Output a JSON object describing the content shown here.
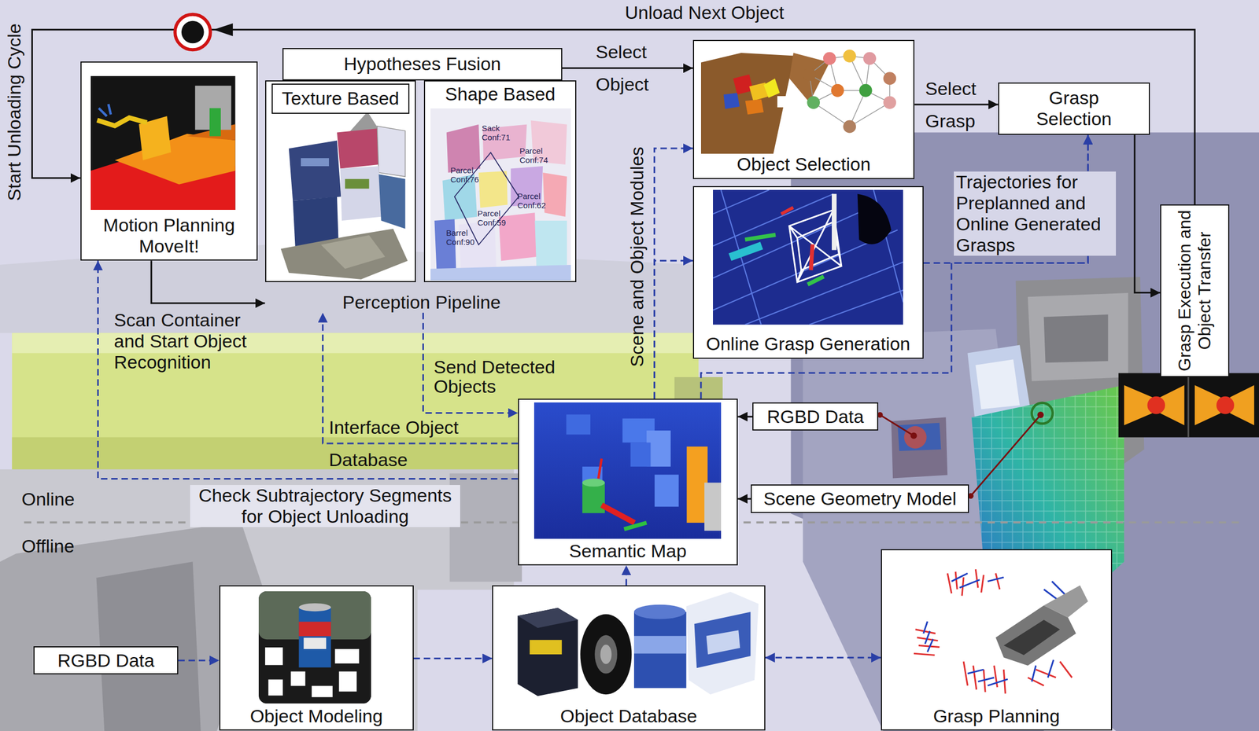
{
  "diagram": {
    "nodes": [
      {
        "text": [
          "Motion Planning MoveIt!"
        ]
      },
      {
        "text": [
          "Hypotheses Fusion"
        ]
      },
      {
        "text": [
          "Perception Pipeline"
        ]
      },
      {
        "text": [
          "Texture Based"
        ],
        "in": 2
      },
      {
        "text": [
          "Shape Based"
        ],
        "in": 2
      },
      {
        "text": [
          "Object Selection"
        ]
      },
      {
        "text": [
          "Grasp Selection"
        ]
      },
      {
        "text": [
          "Online Grasp Generation"
        ]
      },
      {
        "text": [
          "Grasp Execution and Object Transfer"
        ]
      },
      {
        "text": [
          "Semantic Map"
        ]
      },
      {
        "text": [
          "RGBD Data"
        ]
      },
      {
        "text": [
          "Scene Geometry Model"
        ]
      },
      {
        "text": [
          "RGBD Data"
        ]
      },
      {
        "text": [
          "Object Modeling"
        ]
      },
      {
        "text": [
          "Object Database"
        ]
      },
      {
        "text": [
          "Grasp Planning"
        ]
      }
    ],
    "edges": [
      {
        "from": 0,
        "to": 2,
        "arrow": "to",
        "label": "Scan Container and Start Object Recognition"
      },
      {
        "from": 1,
        "to": 5,
        "arrow": "to",
        "label": "Select Object"
      },
      {
        "from": 5,
        "to": 6,
        "arrow": "to",
        "label": "Select Grasp"
      },
      {
        "from": 6,
        "to": 8,
        "arrow": "to"
      },
      {
        "from": 8,
        "to": 0,
        "arrow": "to",
        "label": "Unload Next Object"
      },
      {
        "from": 2,
        "to": 9,
        "arrow": "to",
        "label": "Send Detected Objects"
      },
      {
        "from": 9,
        "to": 2,
        "arrow": "to",
        "label": "Interface Object Database"
      },
      {
        "from": 9,
        "to": 0,
        "arrow": "to",
        "label": "Check Subtrajectory Segments for Object Unloading"
      },
      {
        "from": 9,
        "to": 5,
        "arrow": "to",
        "label": "Scene and Object Modules"
      },
      {
        "from": 9,
        "to": 7,
        "arrow": "to"
      },
      {
        "from": 7,
        "to": 6,
        "arrow": "to",
        "label": "Trajectories for Preplanned and Online Generated Grasps"
      },
      {
        "from": 9,
        "to": 6,
        "arrow": "to"
      },
      {
        "from": 10,
        "to": 9,
        "arrow": "to"
      },
      {
        "from": 11,
        "to": 9,
        "arrow": "to"
      },
      {
        "from": 12,
        "to": 13,
        "arrow": "to"
      },
      {
        "from": 13,
        "to": 14,
        "arrow": "to"
      },
      {
        "from": 14,
        "to": 9,
        "arrow": "to"
      },
      {
        "from": 14,
        "to": 15,
        "arrow": "both"
      }
    ],
    "labels": [
      "Start Unloading Cycle",
      "Online",
      "Offline",
      "Sack Conf:71",
      "Parcel Conf:74",
      "Parcel Conf:76",
      "Parcel Conf:62",
      "Parcel Conf:59",
      "Barrel Conf:90"
    ]
  }
}
